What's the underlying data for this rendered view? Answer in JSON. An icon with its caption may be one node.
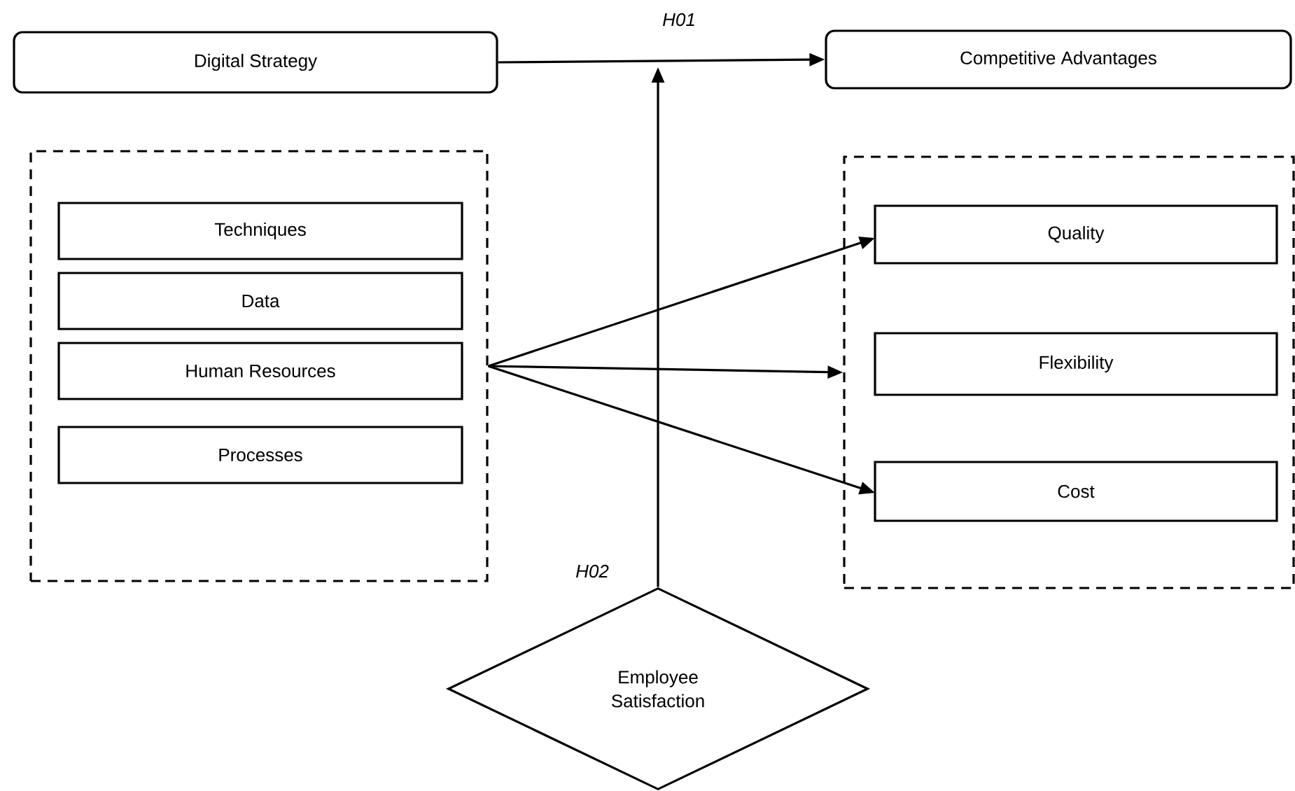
{
  "diagram": {
    "nodes": [
      {
        "text": [
          "Digital Strategy"
        ]
      },
      {
        "text": [
          "Competitive Advantages"
        ]
      },
      {
        "text": [],
        "shape": "box"
      },
      {
        "text": [
          "Techniques"
        ],
        "in": 2
      },
      {
        "text": [
          "Data"
        ],
        "in": 2
      },
      {
        "text": [
          "Human Resources"
        ],
        "in": 2
      },
      {
        "text": [
          "Processes"
        ],
        "in": 2
      },
      {
        "text": [],
        "shape": "box"
      },
      {
        "text": [
          "Quality"
        ],
        "in": 7
      },
      {
        "text": [
          "Flexibility"
        ],
        "in": 7
      },
      {
        "text": [
          "Cost"
        ],
        "in": 7
      },
      {
        "text": [
          "Employee Satisfaction"
        ]
      }
    ],
    "edges": [
      {
        "from": 0,
        "to": 1,
        "arrow": "to",
        "label": "H01"
      },
      {
        "from": 11,
        "to": null,
        "arrow": "to",
        "label": "H02"
      },
      {
        "from": 2,
        "to": 8,
        "arrow": "to"
      },
      {
        "from": 2,
        "to": 7,
        "arrow": "to"
      },
      {
        "from": 2,
        "to": 10,
        "arrow": "to"
      }
    ]
  }
}
